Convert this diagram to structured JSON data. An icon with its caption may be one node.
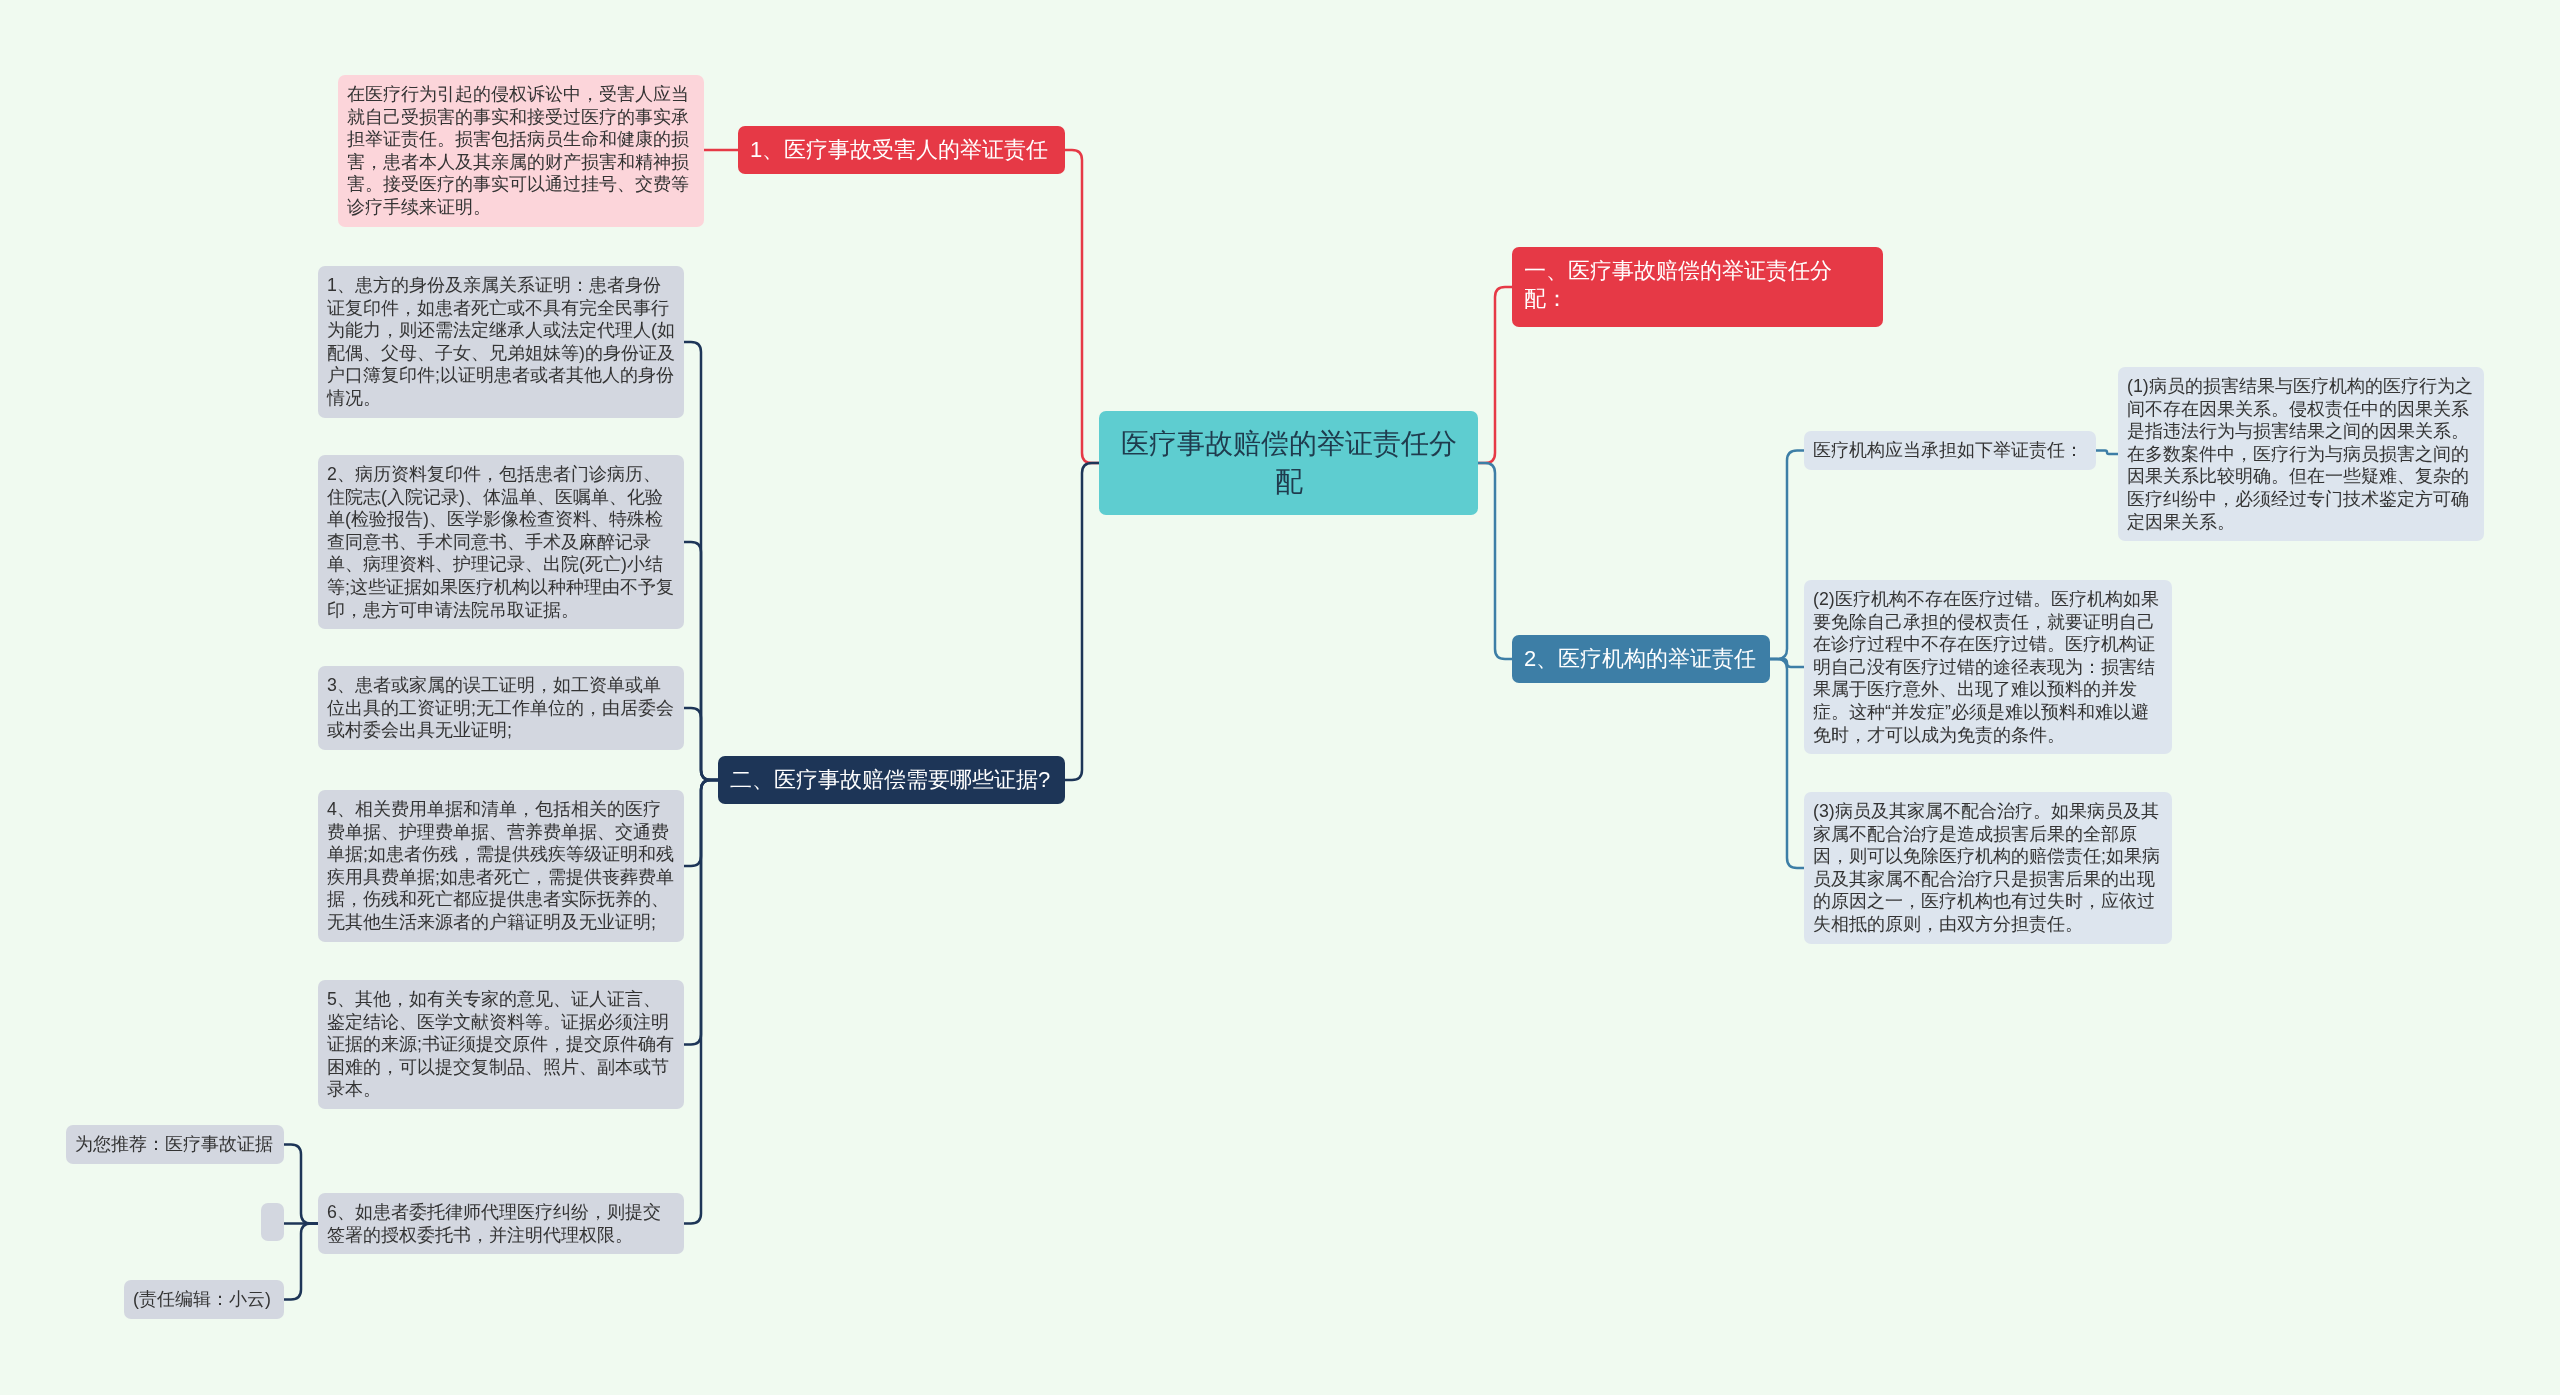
{
  "diagram": {
    "nodes": [
      {
        "text": [
          "医疗事故赔偿的举证责任分配"
        ]
      },
      {
        "text": [
          "1、医疗事故受害人的举证责任"
        ]
      },
      {
        "text": [
          "在医疗行为引起的侵权诉讼中，受害人应当就自己受损害的事实和接受过医疗的事实承担举证责任。损害包括病员生命和健康的损害，患者本人及其亲属的财产损害和精神损害。接受医疗的事实可以通过挂号、交费等诊疗手续来证明。"
        ]
      },
      {
        "text": [
          "二、医疗事故赔偿需要哪些证据?"
        ]
      },
      {
        "text": [
          "1、患方的身份及亲属关系证明：患者身份证复印件，如患者死亡或不具有完全民事行为能力，则还需法定继承人或法定代理人(如配偶、父母、子女、兄弟姐妹等)的身份证及户口簿复印件;以证明患者或者其他人的身份情况。"
        ]
      },
      {
        "text": [
          "2、病历资料复印件，包括患者门诊病历、住院志(入院记录)、体温单、医嘱单、化验单(检验报告)、医学影像检查资料、特殊检查同意书、手术同意书、手术及麻醉记录单、病理资料、护理记录、出院(死亡)小结等;这些证据如果医疗机构以种种理由不予复印，患方可申请法院吊取证据。"
        ]
      },
      {
        "text": [
          "3、患者或家属的误工证明，如工资单或单位出具的工资证明;无工作单位的，由居委会或村委会出具无业证明;"
        ]
      },
      {
        "text": [
          "4、相关费用单据和清单，包括相关的医疗费单据、护理费单据、营养费单据、交通费单据;如患者伤残，需提供残疾等级证明和残疾用具费单据;如患者死亡，需提供丧葬费单据，伤残和死亡都应提供患者实际抚养的、无其他生活来源者的户籍证明及无业证明;"
        ]
      },
      {
        "text": [
          "5、其他，如有关专家的意见、证人证言、鉴定结论、医学文献资料等。证据必须注明证据的来源;书证须提交原件，提交原件确有困难的，可以提交复制品、照片、副本或节录本。"
        ]
      },
      {
        "text": [
          "6、如患者委托律师代理医疗纠纷，则提交签署的授权委托书，并注明代理权限。"
        ]
      },
      {
        "text": [
          "为您推荐：医疗事故证据"
        ]
      },
      {
        "text": [],
        "shape": "box"
      },
      {
        "text": [
          "(责任编辑：小云)"
        ]
      },
      {
        "text": [
          "一、医疗事故赔偿的举证责任分配："
        ]
      },
      {
        "text": [
          "2、医疗机构的举证责任"
        ]
      },
      {
        "text": [
          "医疗机构应当承担如下举证责任："
        ]
      },
      {
        "text": [
          "(1)病员的损害结果与医疗机构的医疗行为之间不存在因果关系。侵权责任中的因果关系是指违法行为与损害结果之间的因果关系。在多数案件中，医疗行为与病员损害之间的因果关系比较明确。但在一些疑难、复杂的医疗纠纷中，必须经过专门技术鉴定方可确定因果关系。"
        ]
      },
      {
        "text": [
          "(2)医疗机构不存在医疗过错。医疗机构如果要免除自己承担的侵权责任，就要证明自己在诊疗过程中不存在医疗过错。医疗机构证明自己没有医疗过错的途径表现为：损害结果属于医疗意外、出现了难以预料的并发症。这种“并发症”必须是难以预料和难以避免时，才可以成为免责的条件。"
        ]
      },
      {
        "text": [
          "(3)病员及其家属不配合治疗。如果病员及其家属不配合治疗是造成损害后果的全部原因，则可以免除医疗机构的赔偿责任;如果病员及其家属不配合治疗只是损害后果的出现的原因之一，医疗机构也有过失时，应依过失相抵的原则，由双方分担责任。"
        ]
      }
    ],
    "edges": [
      {
        "from": 0,
        "to": 1,
        "arrow": "none",
        "color": "#e63946"
      },
      {
        "from": 1,
        "to": 2,
        "arrow": "none",
        "color": "#e63946"
      },
      {
        "from": 0,
        "to": 3,
        "arrow": "none"
      },
      {
        "from": 3,
        "to": 4,
        "arrow": "none"
      },
      {
        "from": 3,
        "to": 5,
        "arrow": "none"
      },
      {
        "from": 3,
        "to": 6,
        "arrow": "none"
      },
      {
        "from": 3,
        "to": 7,
        "arrow": "none"
      },
      {
        "from": 3,
        "to": 8,
        "arrow": "none"
      },
      {
        "from": 3,
        "to": 9,
        "arrow": "none"
      },
      {
        "from": 9,
        "to": 10,
        "arrow": "none"
      },
      {
        "from": 9,
        "to": 11,
        "arrow": "none"
      },
      {
        "from": 9,
        "to": 12,
        "arrow": "none"
      },
      {
        "from": 0,
        "to": 13,
        "arrow": "none",
        "color": "#e63946"
      },
      {
        "from": 0,
        "to": 14,
        "arrow": "none",
        "color": "#3d7ea6"
      },
      {
        "from": 14,
        "to": 15,
        "arrow": "none",
        "color": "#3d7ea6"
      },
      {
        "from": 15,
        "to": 16,
        "arrow": "none",
        "color": "#3d7ea6"
      },
      {
        "from": 14,
        "to": 17,
        "arrow": "none",
        "color": "#3d7ea6"
      },
      {
        "from": 14,
        "to": 18,
        "arrow": "none",
        "color": "#3d7ea6"
      }
    ]
  }
}
